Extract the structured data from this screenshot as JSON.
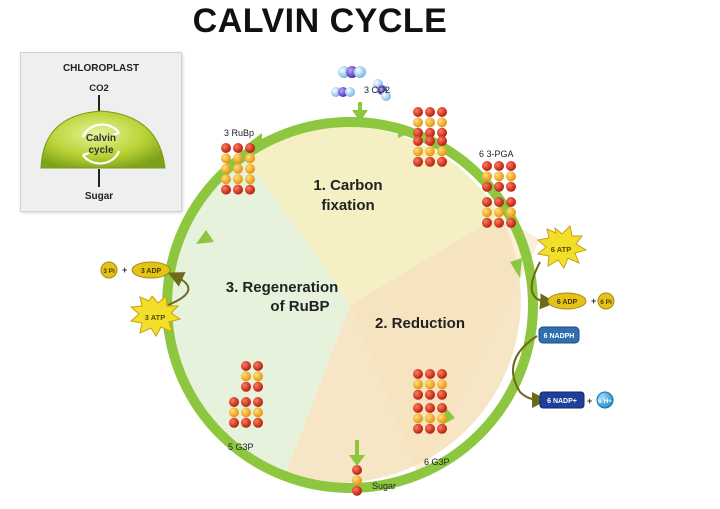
{
  "title": "CALVIN CYCLE",
  "inset": {
    "heading": "CHLOROPLAST",
    "input": "CO2",
    "center_line1": "Calvin",
    "center_line2": "cycle",
    "output": "Sugar"
  },
  "phases": {
    "fixation_line1": "1. Carbon",
    "fixation_line2": "fixation",
    "reduction": "2. Reduction",
    "regeneration_line1": "3. Regeneration",
    "regeneration_line2": "of RuBP"
  },
  "molecules": {
    "co2": "3 CO2",
    "rubp": "3 RuBp",
    "pga": "6 3-PGA",
    "g3p_reduced": "6 G3P",
    "g3p_recycled": "5 G3P",
    "sugar": "Sugar"
  },
  "energy": {
    "atp_in": "6 ATP",
    "adp_out": "6 ADP",
    "pi_out": "6 Pi",
    "nadph_in": "6 NADPH",
    "nadp_out": "6 NADP+",
    "h_out": "6 H+",
    "atp_regen": "3 ATP",
    "adp_regen": "3 ADP",
    "pi_regen": "3 Pi",
    "plus": "+"
  },
  "colors": {
    "ring": "#8dc63f",
    "fixation_sector": "#f4f0c4",
    "reduction_sector": "#f7e6c5",
    "regeneration_sector": "#e6f2dc",
    "atp_burst": "#f3de2a",
    "nadph_pill": "#2f6fb0",
    "nadp_pill": "#1e3f9a",
    "h_circle": "#3ea8e5",
    "bead_orange": "#f2a81d",
    "bead_red": "#d42e1e",
    "co2_purple": "#6a4bd0"
  }
}
